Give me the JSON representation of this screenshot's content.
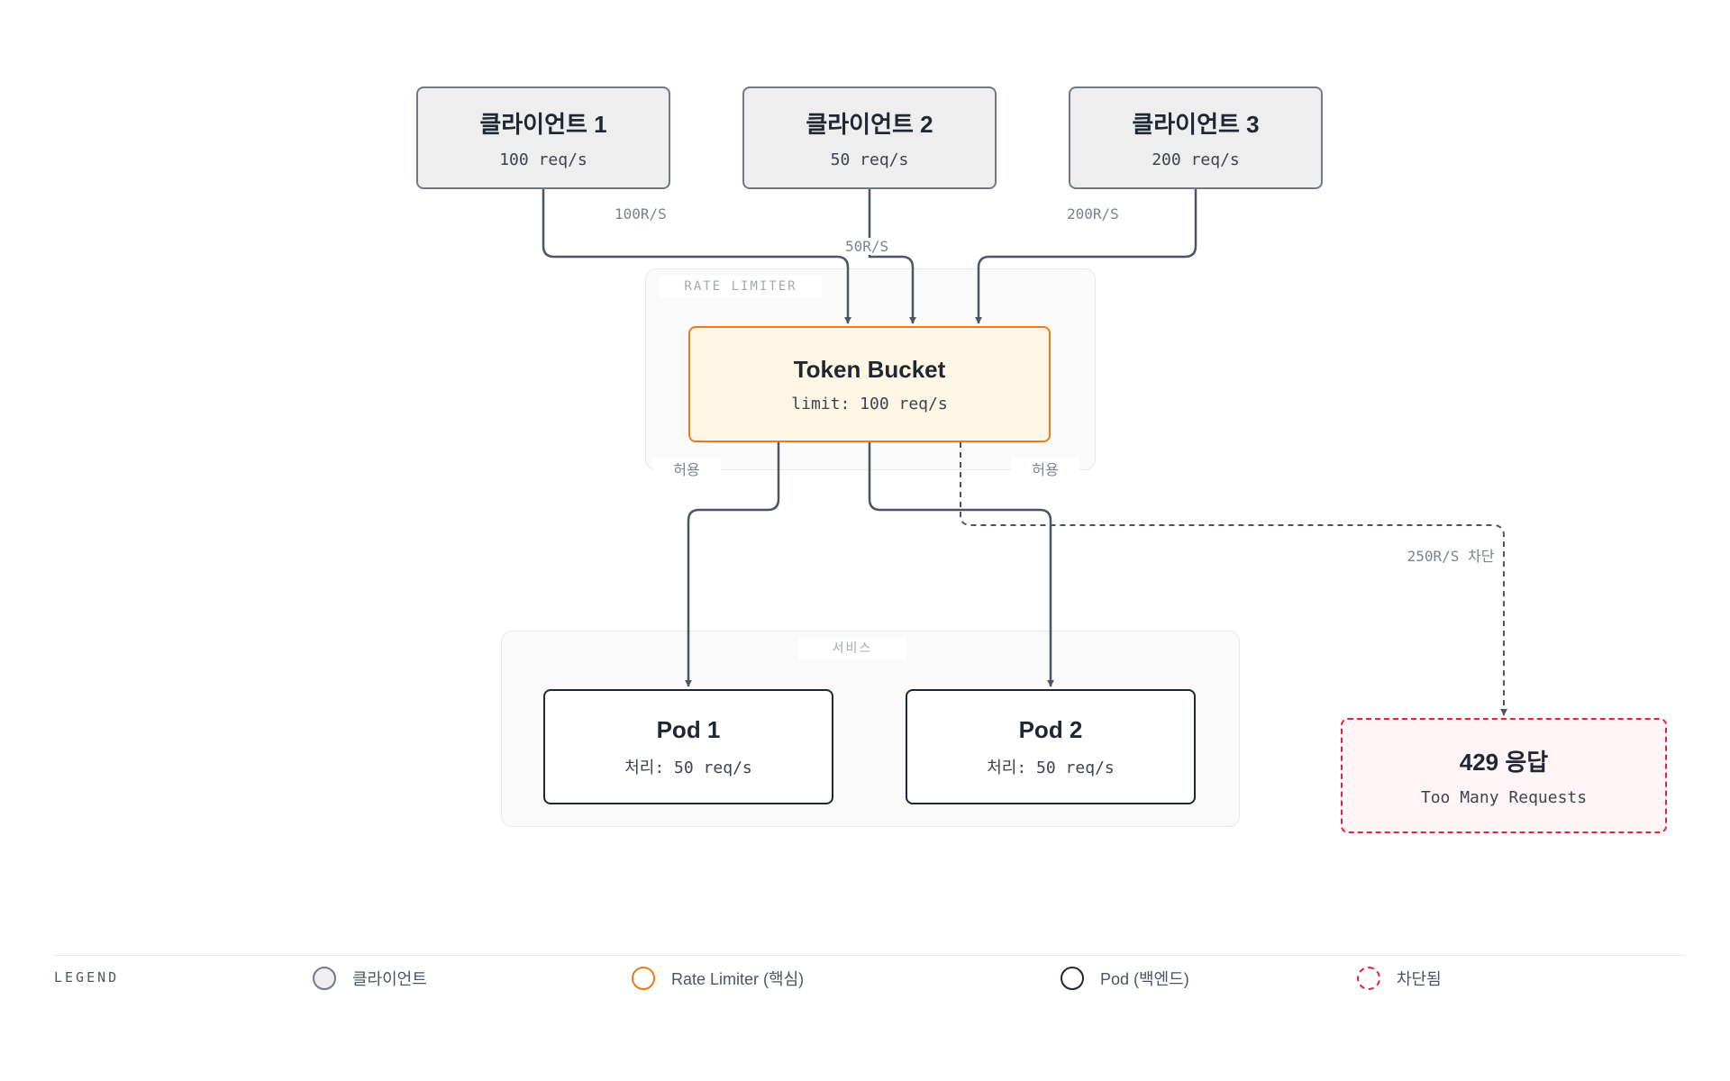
{
  "groups": {
    "rate_limiter": "RATE LIMITER",
    "service": "서비스"
  },
  "nodes": {
    "client1": {
      "title": "클라이언트 1",
      "sub": "100 req/s"
    },
    "client2": {
      "title": "클라이언트 2",
      "sub": "50 req/s"
    },
    "client3": {
      "title": "클라이언트 3",
      "sub": "200 req/s"
    },
    "token_bucket": {
      "title": "Token Bucket",
      "sub": "limit: 100 req/s"
    },
    "pod1": {
      "title": "Pod 1",
      "sub": "처리: 50 req/s"
    },
    "pod2": {
      "title": "Pod 2",
      "sub": "처리: 50 req/s"
    },
    "blocked": {
      "title": "429 응답",
      "sub": "Too Many Requests"
    }
  },
  "edges": {
    "c1": "100R/S",
    "c2": "50R/S",
    "c3": "200R/S",
    "allow_left": "허용",
    "allow_right": "허용",
    "blocked": "250R/S 차단"
  },
  "legend": {
    "title": "LEGEND",
    "items": [
      {
        "label": "클라이언트",
        "color": "#6f7a86",
        "fill": "#eeeeee"
      },
      {
        "label": "Rate Limiter (핵심)",
        "color": "#ec7a1c",
        "fill": "#ffffff"
      },
      {
        "label": "Pod (백엔드)",
        "color": "#1f2733",
        "fill": "#ffffff"
      },
      {
        "label": "차단됨",
        "color": "#e0233f",
        "fill": "#ffffff"
      }
    ]
  }
}
